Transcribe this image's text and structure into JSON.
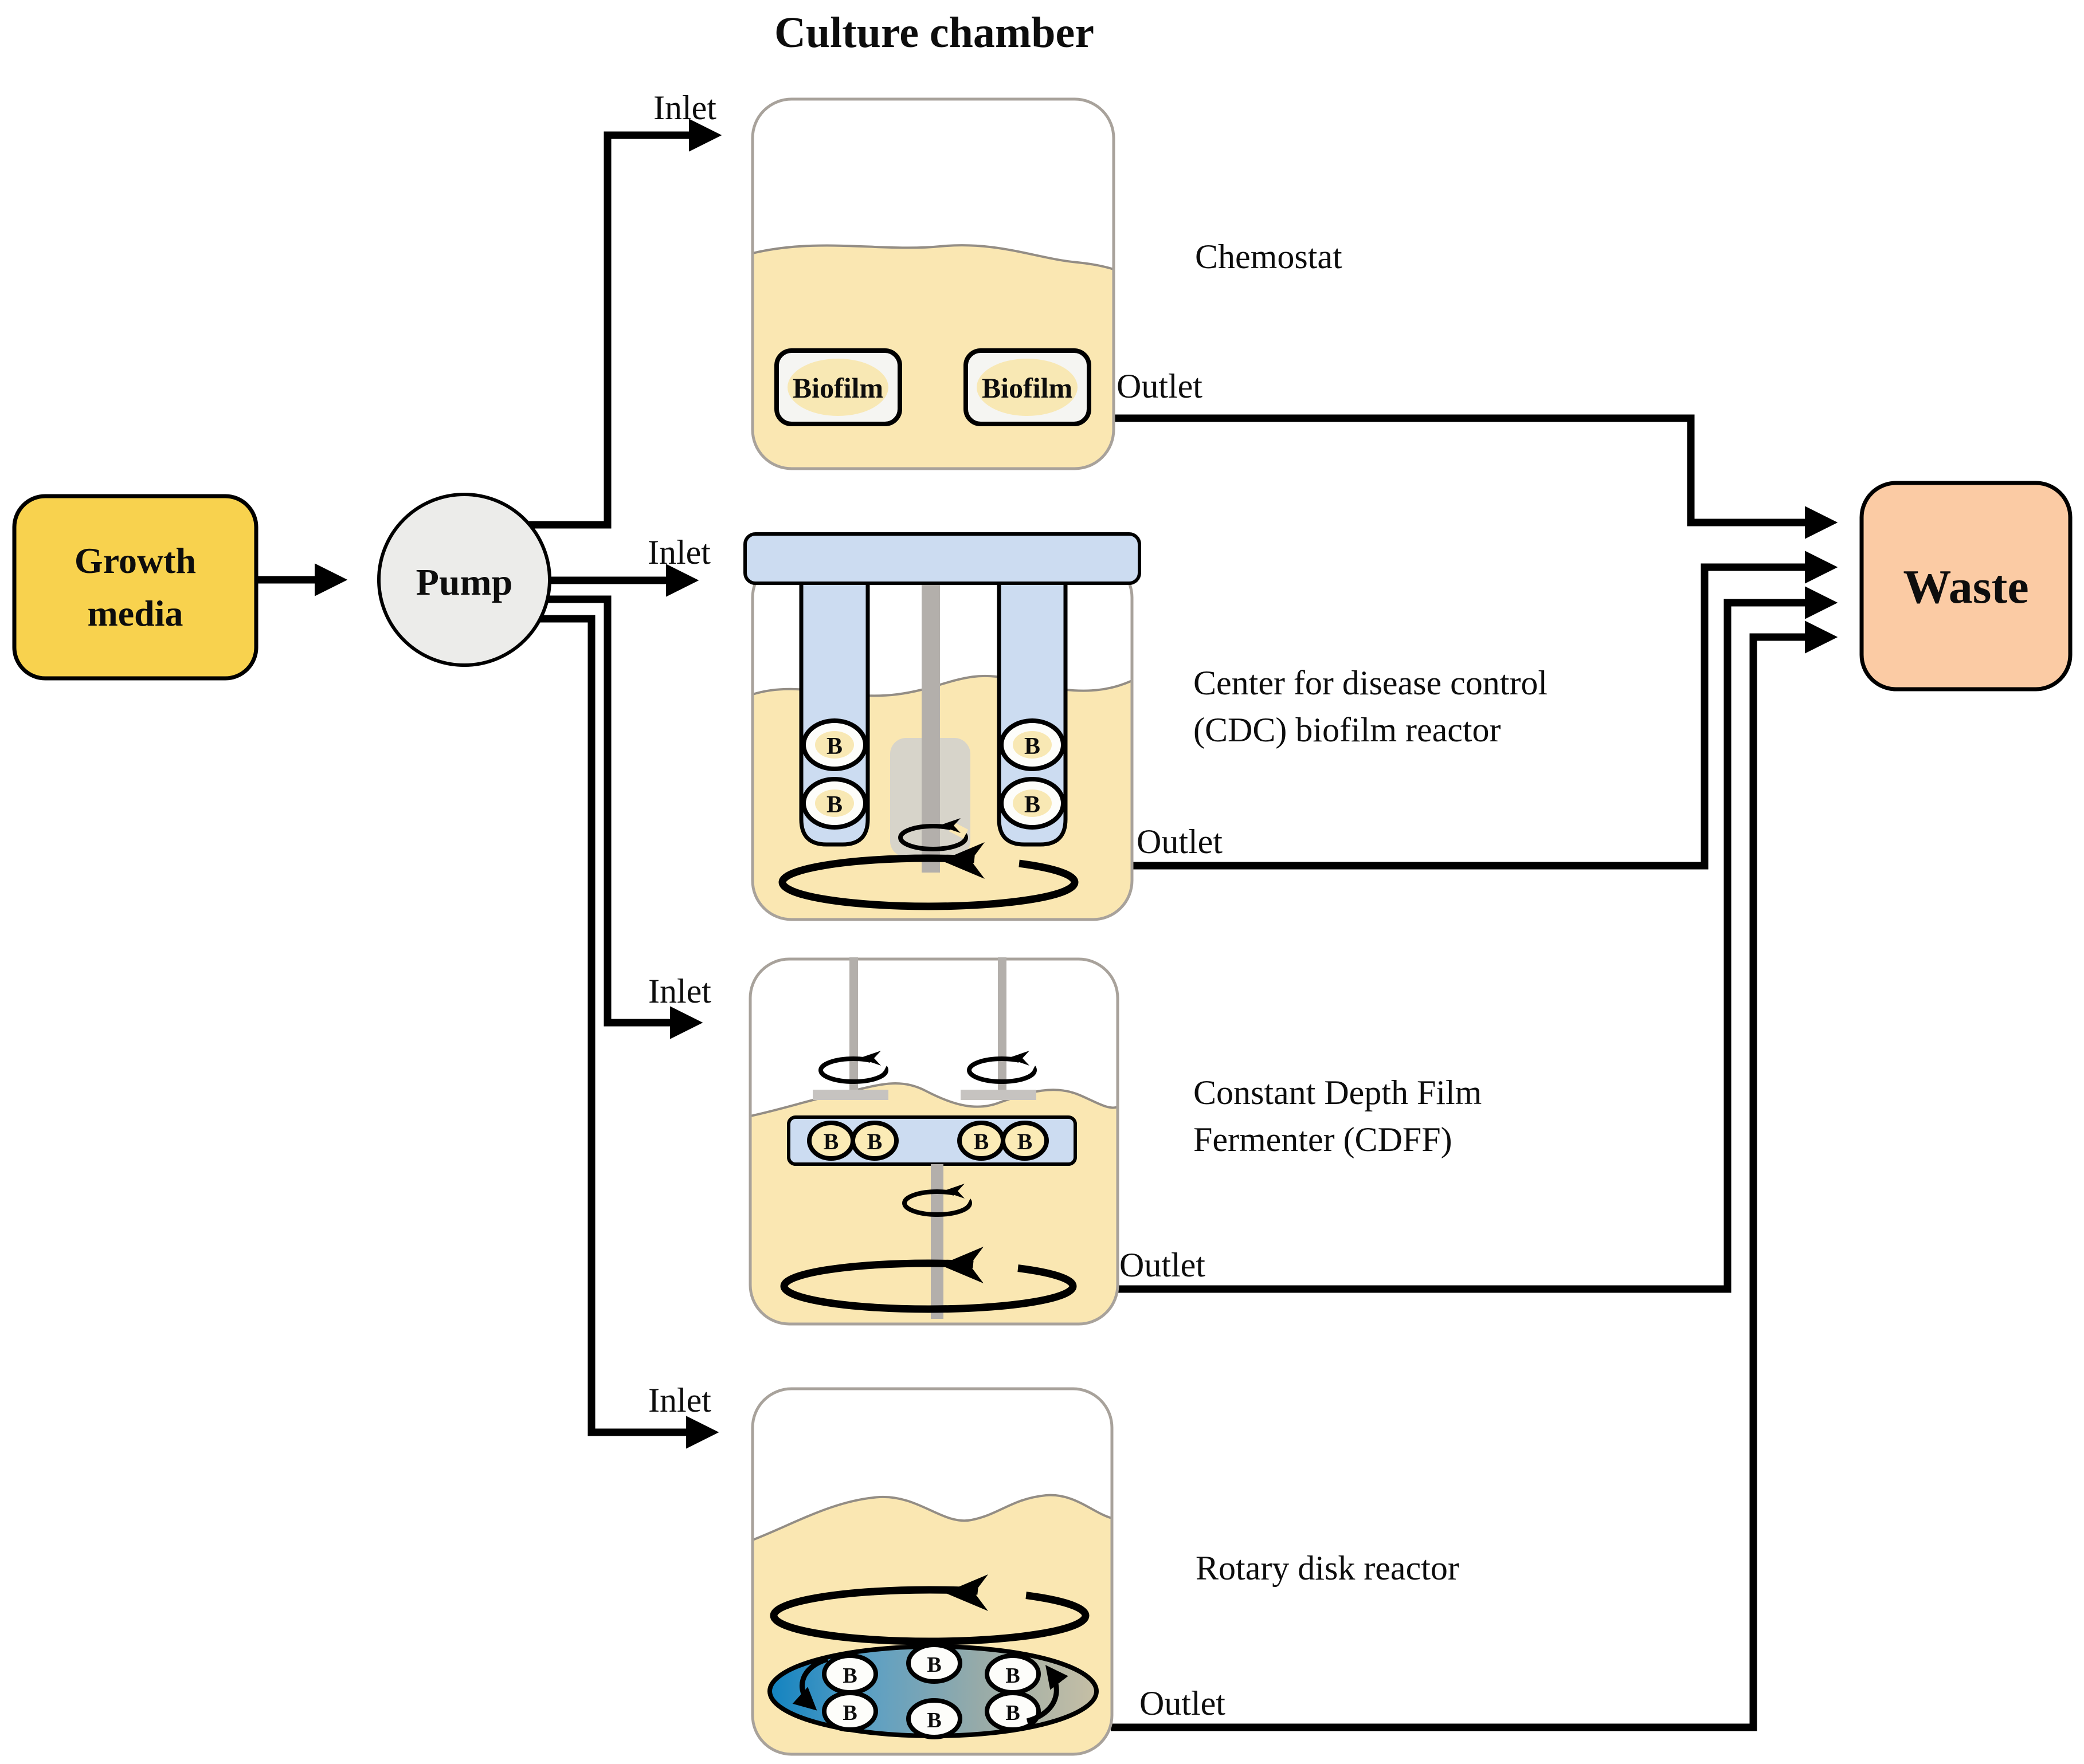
{
  "title": "Culture chamber",
  "source": {
    "label_line1": "Growth",
    "label_line2": "media"
  },
  "pump": {
    "label": "Pump"
  },
  "sink": {
    "label": "Waste"
  },
  "flow": {
    "inlet_label": "Inlet",
    "outlet_label": "Outlet"
  },
  "reactors": {
    "chemostat": {
      "name": "Chemostat",
      "coupon_label": "Biofilm"
    },
    "cdc": {
      "name_line1": "Center for disease control",
      "name_line2": "(CDC) biofilm reactor",
      "coupon_label": "B"
    },
    "cdff": {
      "name_line1": "Constant Depth Film",
      "name_line2": "Fermenter (CDFF)",
      "coupon_label": "B"
    },
    "rotary": {
      "name": "Rotary disk reactor",
      "coupon_label": "B"
    }
  },
  "colors": {
    "growth_media_fill": "#F8D24E",
    "pump_fill": "#ECECEA",
    "waste_fill": "#FBCBA4",
    "liquid_fill": "#FAE7B2",
    "vessel_stroke": "#A8A29B",
    "lid_blue_fill": "#CCDCF1",
    "coupon_yellow_fill": "#FBEBB6",
    "shaft_gray": "#B3AFAB",
    "paddle_gray": "#CFCFCF",
    "disk_blue": "#1283C1",
    "disk_gray": "#C6BFA5",
    "line_black": "#000000"
  }
}
